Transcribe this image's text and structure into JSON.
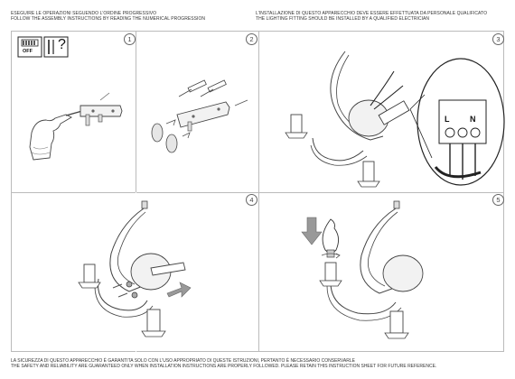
{
  "header": {
    "left_it": "ESEGUIRE LE OPERAZIONI SEGUENDO L'ORDINE PROGRESSIVO",
    "left_en": "FOLLOW THE ASSEMBLY INSTRUCTIONS BY READING THE NUMERICAL PROGRESSION",
    "right_it": "L'INSTALLAZIONE DI QUESTO APPARECCHIO DEVE ESSERE EFFETTUATA DA PERSONALE QUALIFICATO",
    "right_en": "THE LIGHTING FITTING SHOULD BE INSTALLED BY A QUALIFIED ELECTRICIAN"
  },
  "steps": [
    "1",
    "2",
    "3",
    "4",
    "5"
  ],
  "safety": {
    "off_label": "OFF",
    "question_label": "?",
    "terminal_l": "L",
    "terminal_n": "N"
  },
  "footer": {
    "line_it": "LA SICUREZZA DI QUESTO APPARECCHIO È GARANTITA SOLO CON L'USO APPROPRIATO DI QUESTE ISTRUZIONI, PERTANTO È NECESSARIO CONSERVARLE",
    "line_en": "THE SAFETY AND RELIABILITY ARE GUARANTEED ONLY WHEN INSTALLATION INSTRUCTIONS ARE PROPERLY FOLLOWED. PLEASE RETAIN THIS INSTRUCTION SHEET FOR FUTURE REFERENCE."
  }
}
